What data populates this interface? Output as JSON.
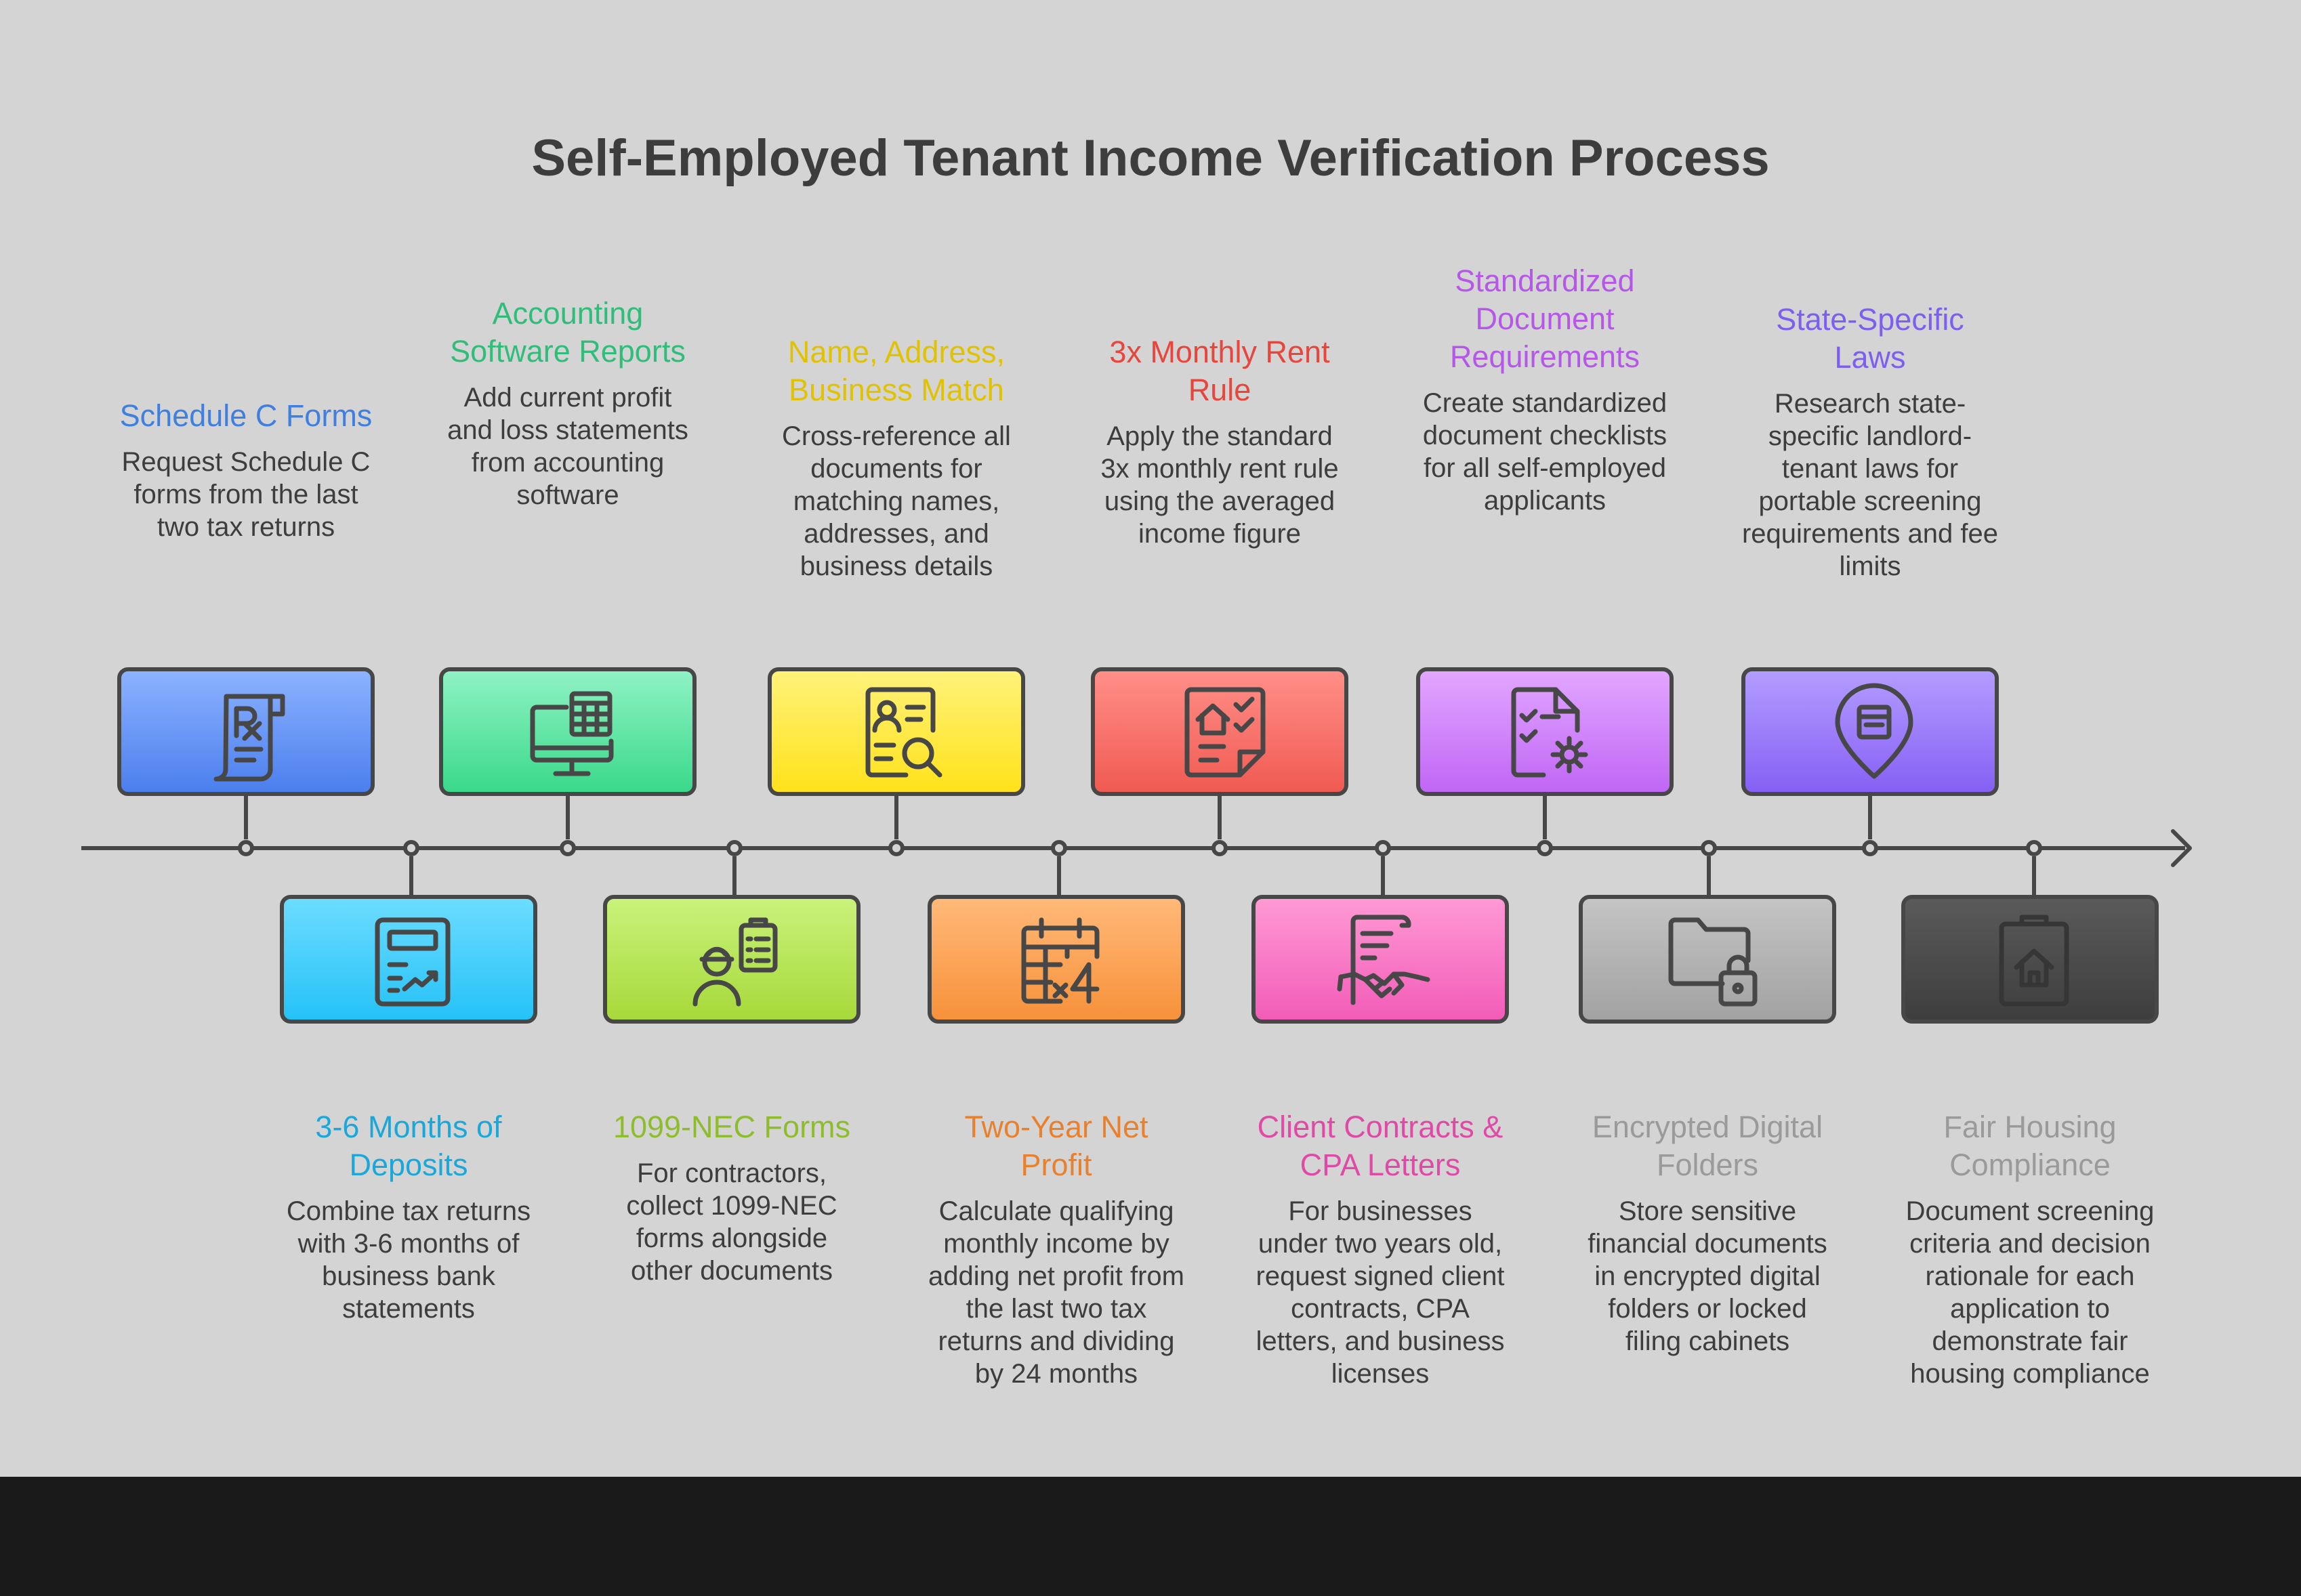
{
  "title": "Self-Employed Tenant Income Verification Process",
  "steps_top": [
    {
      "title": "Schedule C Forms",
      "desc": "Request Schedule C forms from the last two tax returns",
      "color": "#3f7fe0",
      "icon": "prescription-receipt-icon"
    },
    {
      "title": "Accounting Software Reports",
      "desc": "Add current profit and loss statements from accounting software",
      "color": "#2fbd7a",
      "icon": "computer-spreadsheet-icon"
    },
    {
      "title": "Name, Address, Business Match",
      "desc": "Cross-reference all documents for matching names, addresses, and business details",
      "color": "#e0c200",
      "icon": "profile-search-icon"
    },
    {
      "title": "3x Monthly Rent Rule",
      "desc": "Apply the standard 3x monthly rent rule using the averaged income figure",
      "color": "#e8453c",
      "icon": "house-checklist-icon"
    },
    {
      "title": "Standardized Document Requirements",
      "desc": "Create standardized document checklists for all self-employed applicants",
      "color": "#b557e8",
      "icon": "document-gear-icon"
    },
    {
      "title": "State-Specific Laws",
      "desc": "Research state-specific landlord-tenant laws for portable screening requirements and fee limits",
      "color": "#7d5ef2",
      "icon": "location-pin-icon"
    }
  ],
  "steps_bottom": [
    {
      "title": "3-6 Months of Deposits",
      "desc": "Combine tax returns with 3-6 months of business bank statements",
      "color": "#1aa7d9",
      "icon": "bank-statement-chart-icon"
    },
    {
      "title": "1099-NEC Forms",
      "desc": "For contractors, collect 1099-NEC forms alongside other documents",
      "color": "#8dbd2a",
      "icon": "contractor-clipboard-icon"
    },
    {
      "title": "Two-Year Net Profit",
      "desc": "Calculate qualifying monthly income by adding net profit from the last two tax returns and dividing by 24 months",
      "color": "#e8812e",
      "icon": "calendar-multiply-icon"
    },
    {
      "title": "Client Contracts & CPA Letters",
      "desc": "For businesses under two years old, request signed client contracts, CPA letters, and business licenses",
      "color": "#e04aa6",
      "icon": "contract-handshake-icon"
    },
    {
      "title": "Encrypted Digital Folders",
      "desc": "Store sensitive financial documents in encrypted digital folders or locked filing cabinets",
      "color": "#9a9a9a",
      "icon": "locked-folder-icon"
    },
    {
      "title": "Fair Housing Compliance",
      "desc": "Document screening criteria and decision rationale for each application to demonstrate fair housing compliance",
      "color": "#9a9a9a",
      "icon": "clipboard-house-icon"
    }
  ]
}
